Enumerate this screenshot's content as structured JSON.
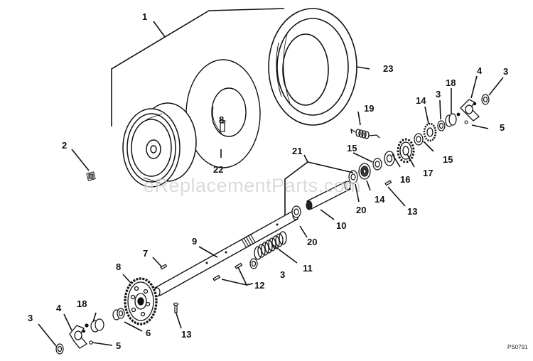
{
  "diagram": {
    "figure_code": "PS0791",
    "watermark": "eReplacementParts.com",
    "callouts": {
      "c1": "1",
      "c2": "2",
      "c3a": "3",
      "c3b": "3",
      "c3c": "3",
      "c3d": "3",
      "c4a": "4",
      "c4b": "4",
      "c5a": "5",
      "c5b": "5",
      "c6": "6",
      "c7": "7",
      "c8a": "8",
      "c8b": "8",
      "c9": "9",
      "c10": "10",
      "c11": "11",
      "c12": "12",
      "c13a": "13",
      "c13b": "13",
      "c14a": "14",
      "c14b": "14",
      "c15a": "15",
      "c15b": "15",
      "c16": "16",
      "c17": "17",
      "c18a": "18",
      "c18b": "18",
      "c19": "19",
      "c20a": "20",
      "c20b": "20",
      "c21": "21",
      "c22": "22",
      "c23": "23"
    }
  }
}
